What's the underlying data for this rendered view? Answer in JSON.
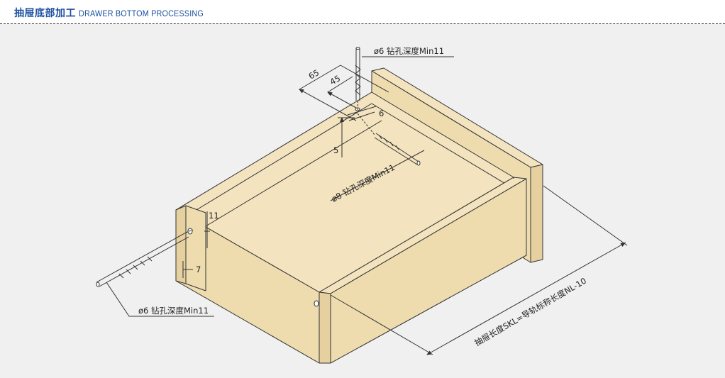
{
  "header": {
    "title_zh": "抽屉底部加工",
    "title_en": "DRAWER BOTTOM PROCESSING"
  },
  "diagram": {
    "labels": {
      "top_hole": "ø6 钻孔深度Min11",
      "side_hole": "ø6 钻孔深度Min11",
      "back_hole": "ø8 钻孔深度Min11",
      "length": "抽屉长度SKL=导轨标称长度NL-10"
    },
    "dimensions": {
      "d65": "65",
      "d45": "45",
      "d6": "6",
      "d5": "5",
      "d11": "11",
      "d7": "7"
    }
  },
  "colors": {
    "wood_top": "#f3e3bf",
    "wood_front": "#eedcaf",
    "wood_side": "#e6d09f",
    "line": "#333333",
    "header_text": "#1a4fa0"
  }
}
